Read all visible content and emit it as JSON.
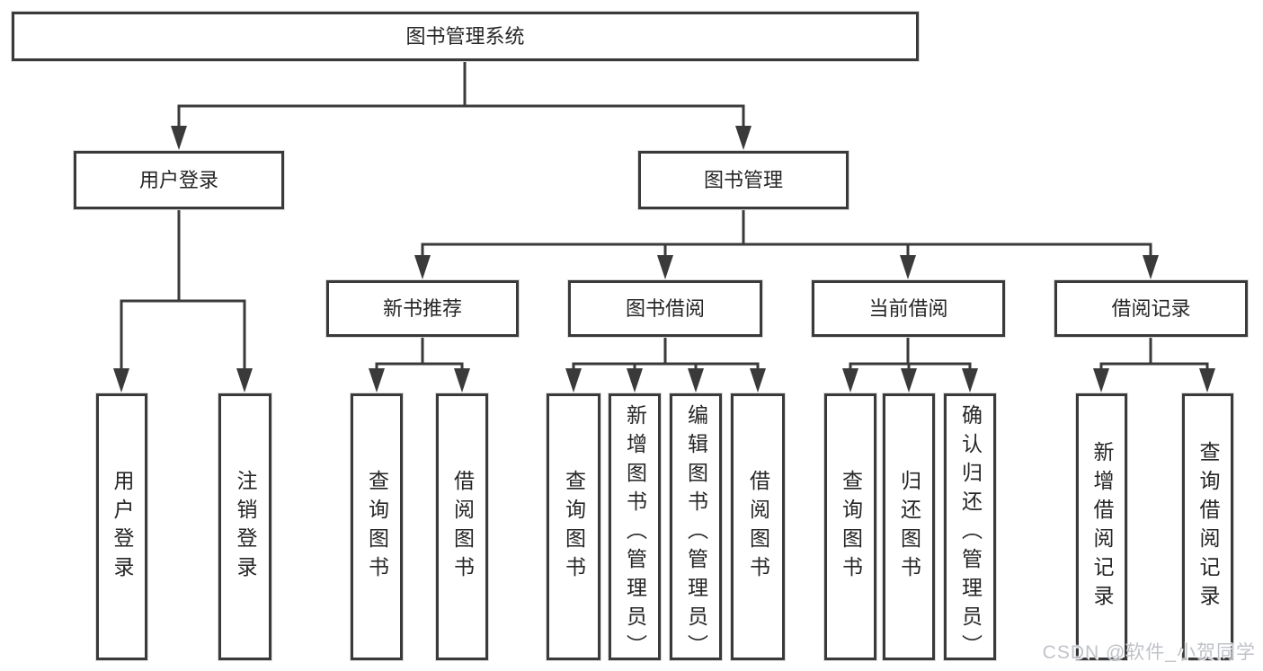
{
  "diagram": {
    "root": "图书管理系统",
    "watermark": "CSDN @软件_小贺同学",
    "colors": {
      "line": "#3a3a3a",
      "text": "#262626",
      "watermark": "#bfc3c9",
      "background": "#ffffff"
    },
    "branches": [
      {
        "label": "用户登录",
        "children": [
          "用户登录",
          "注销登录"
        ]
      },
      {
        "label": "图书管理",
        "groups": [
          {
            "label": "新书推荐",
            "children": [
              "查询图书",
              "借阅图书"
            ]
          },
          {
            "label": "图书借阅",
            "children": [
              "查询图书",
              "新增图书（管理员）",
              "编辑图书（管理员）",
              "借阅图书"
            ]
          },
          {
            "label": "当前借阅",
            "children": [
              "查询图书",
              "归还图书",
              "确认归还（管理员）"
            ]
          },
          {
            "label": "借阅记录",
            "children": [
              "新增借阅记录",
              "查询借阅记录"
            ]
          }
        ]
      }
    ]
  }
}
